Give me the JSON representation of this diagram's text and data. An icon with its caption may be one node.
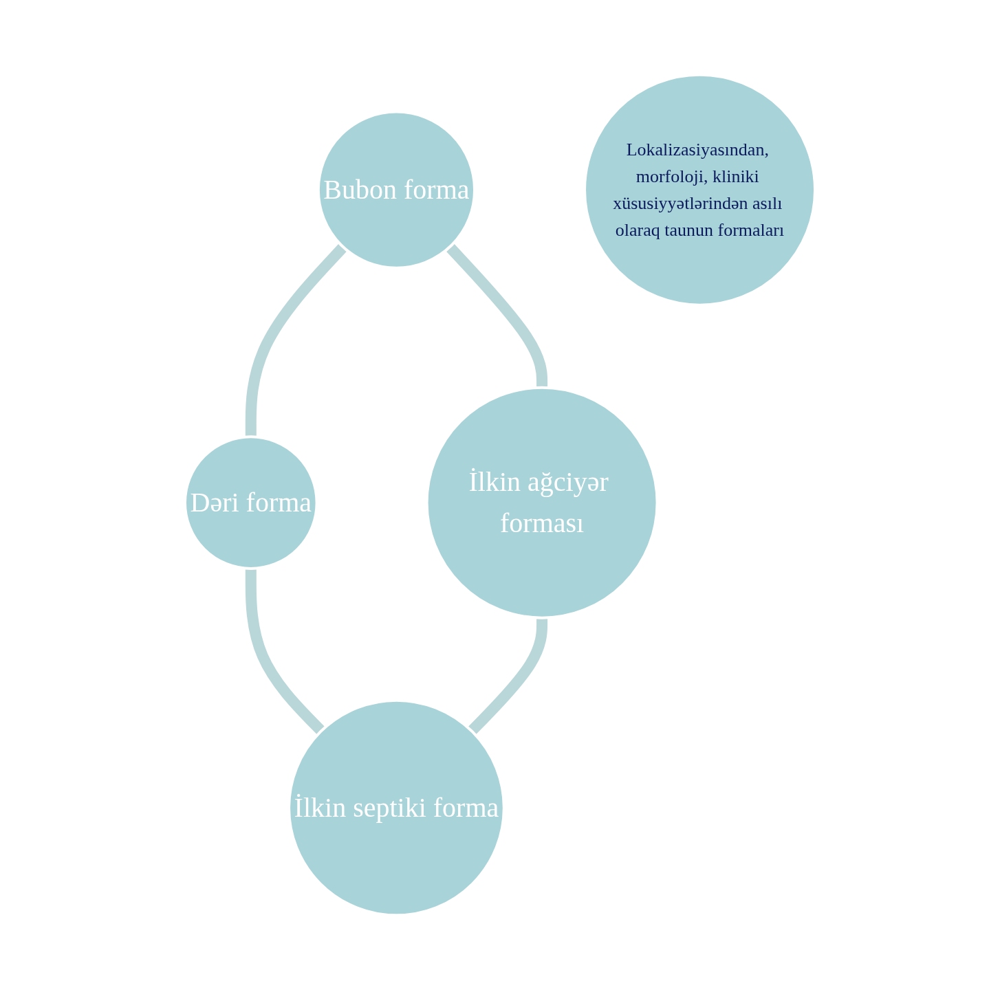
{
  "diagram": {
    "nodes": [
      {
        "text": [
          "Bubon forma"
        ]
      },
      {
        "text": [
          "Dəri forma"
        ]
      },
      {
        "text": [
          "Lokalizasiyasından, morfoloji, kliniki xüsusiyyətlərindən asılı olaraq taunun formaları"
        ]
      },
      {
        "text": [
          "İlkin ağciyər forması"
        ]
      },
      {
        "text": [
          "İlkin septiki forma"
        ]
      }
    ],
    "edges": [
      {
        "from": 0,
        "to": 1,
        "arrow": "none"
      },
      {
        "from": 0,
        "to": 3,
        "arrow": "none"
      },
      {
        "from": 1,
        "to": 4,
        "arrow": "none"
      },
      {
        "from": 3,
        "to": 4,
        "arrow": "none"
      }
    ]
  }
}
